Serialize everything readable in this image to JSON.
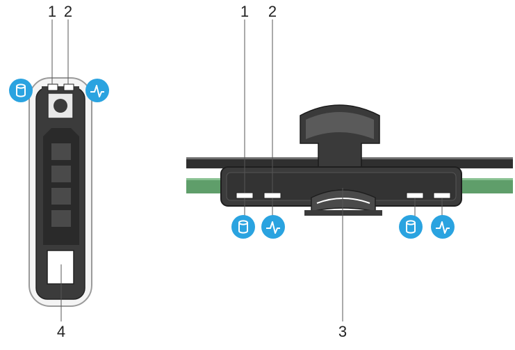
{
  "callouts": {
    "left_1": "1",
    "left_2": "2",
    "left_4": "4",
    "right_1": "1",
    "right_2": "2",
    "right_3": "3"
  },
  "icons": {
    "activity": "drive-activity-icon",
    "status": "drive-status-icon"
  },
  "colors": {
    "badge_blue": "#2aa3e0",
    "drive_body": "#3b3b3b",
    "drive_dark": "#1e1e1e",
    "rail_green": "#5f9e6a"
  }
}
